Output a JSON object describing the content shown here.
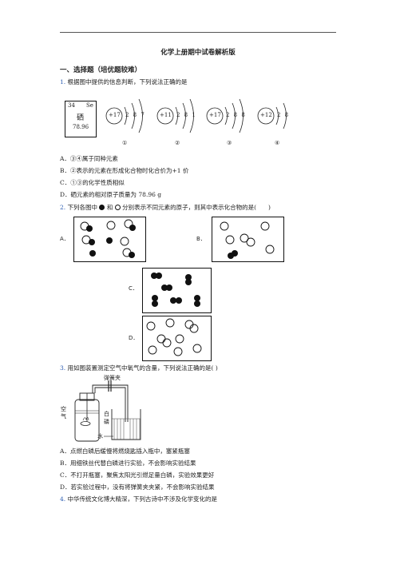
{
  "page": {
    "title": "化学上册期中试卷解析版",
    "section": "一、选择题（培优题较难）"
  },
  "q1": {
    "num": "1.",
    "stem": "根据图中提供的信息判断，下列说法正确的是",
    "element": {
      "number": "34",
      "symbol": "Se",
      "name": "硒",
      "mass": "78.96"
    },
    "atoms": [
      {
        "nucleus": "+17",
        "shells": "2 8 7",
        "label": "①"
      },
      {
        "nucleus": "+11",
        "shells": "2 8 1",
        "label": "②"
      },
      {
        "nucleus": "+17",
        "shells": "2 8 8",
        "label": "③"
      },
      {
        "nucleus": "+12",
        "shells": "2 8",
        "label": "④"
      }
    ],
    "options": [
      "A．③④属于同种元素",
      "B．②表示的元素在形成化合物时化合价为+1 价",
      "C．①③的化学性质相似",
      "D．硒元素的相对原子质量为 78.96 g"
    ]
  },
  "q2": {
    "num": "2.",
    "stem_a": "下列各图中",
    "stem_b": "和",
    "stem_c": "分别表示不同元素的原子，则其中表示化合物的是(　　)",
    "labels": [
      "A．",
      "B．",
      "C．",
      "D．"
    ]
  },
  "q3": {
    "num": "3.",
    "stem": "用如图装置测定空气中氧气的含量，下列说法正确的是(  )",
    "figure_labels": {
      "clip": "弹簧夹",
      "air": "空气",
      "phosphorus": "白磷",
      "water": "水"
    },
    "options": [
      "A．点燃白磷后缓慢将燃烧匙插入瓶中，塞紧瓶塞",
      "B．用细铁丝代替白磷进行实验，不会影响实验结果",
      "C．不打开瓶塞，聚焦太阳光引燃足量白磷，实验效果更好",
      "D．若实验过程中，没有将弹簧夹夹紧，不会影响实验结果"
    ]
  },
  "q4": {
    "num": "4.",
    "stem": "中华传统文化博大精深，下列古诗中不涉及化学变化的是"
  }
}
